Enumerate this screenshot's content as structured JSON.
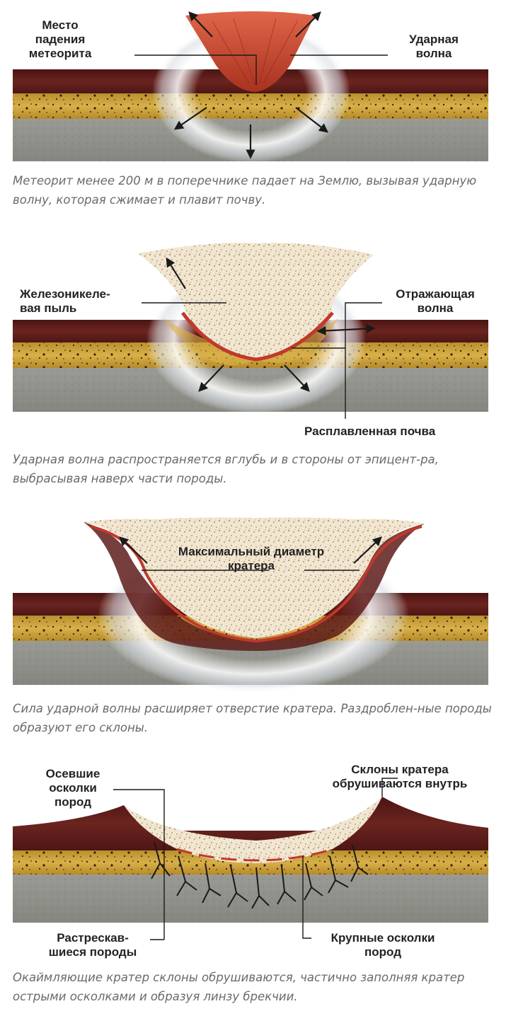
{
  "panels": [
    {
      "labels": {
        "impact_site": "Место\nпадения\nметеорита",
        "shock_wave": "Ударная\nволна"
      },
      "caption": "Метеорит менее 200 м в поперечнике падает на Землю, вызывая ударную волну, которая сжимает и плавит почву."
    },
    {
      "labels": {
        "iron_nickel_dust": "Железоникеле-\nвая пыль",
        "reflected_wave": "Отражающая\nволна",
        "molten_soil": "Расплавленная почва"
      },
      "caption": "Ударная волна распространяется вглубь и в стороны от эпицент-ра, выбрасывая наверх части породы."
    },
    {
      "labels": {
        "max_diameter": "Максимальный диаметр\nкратера"
      },
      "caption": "Сила ударной волны расширяет отверстие кратера. Раздроблен-ные породы образуют его склоны."
    },
    {
      "labels": {
        "settled_fragments": "Осевшие\nосколки\nпород",
        "walls_collapse": "Склоны кратера\nобрушиваются внутрь",
        "cracked_rocks": "Растрескав-\nшиеся породы",
        "large_fragments": "Крупные осколки\nпород"
      },
      "caption": "Окаймляющие кратер склоны обрушиваются, частично заполняя кратер острыми осколками и образуя линзу брекчии."
    }
  ],
  "colors": {
    "topsoil": "#5e1c1a",
    "sand": "#c9a03a",
    "bedrock": "#8e8f88",
    "meteor": "#c8472e",
    "melt": "#c0392b",
    "ejecta": "#f1e6d0"
  }
}
